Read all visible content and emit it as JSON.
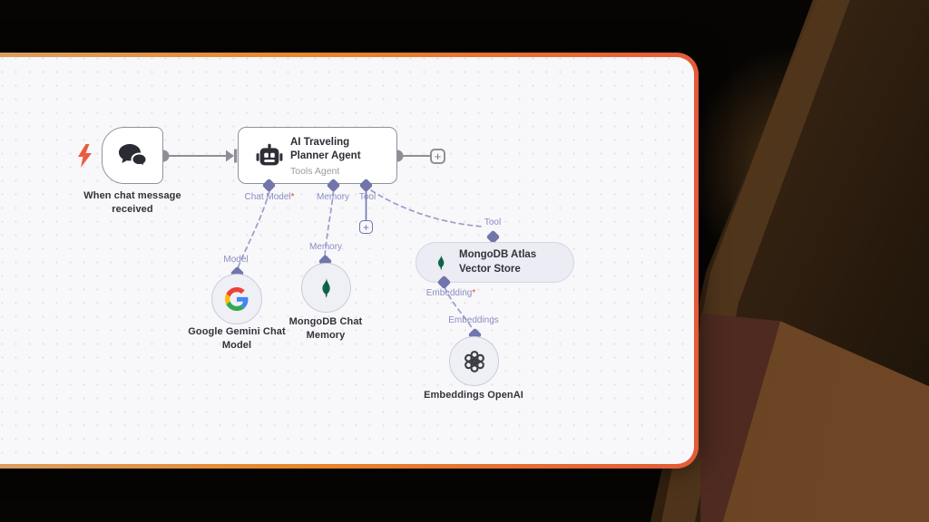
{
  "workflow": {
    "trigger": {
      "label": "When chat message received"
    },
    "agent": {
      "title": "AI Traveling Planner Agent",
      "subtitle": "Tools Agent",
      "ports": {
        "chat_model": "Chat Model",
        "memory": "Memory",
        "tool": "Tool"
      }
    },
    "required_marker": "*",
    "subnodes": {
      "gemini": {
        "port": "Model",
        "label": "Google Gemini Chat Model"
      },
      "mongo_memory": {
        "port": "Memory",
        "label": "MongoDB Chat Memory"
      },
      "vector_store": {
        "port": "Tool",
        "label": "MongoDB Atlas Vector Store",
        "embedding_port": "Embedding"
      },
      "openai": {
        "port": "Embeddings",
        "label": "Embeddings OpenAI"
      }
    },
    "add_button": "+"
  },
  "icons": {
    "trigger_bolt": "lightning-icon",
    "trigger": "chat-bubbles-icon",
    "agent": "robot-icon",
    "gemini": "google-g-icon",
    "mongo": "mongodb-leaf-icon",
    "openai": "openai-knot-icon",
    "add": "plus-icon"
  },
  "colors": {
    "card_border_left": "#d9a065",
    "card_border_mid": "#e8872b",
    "card_border_right": "#e45a38",
    "canvas_bg": "#f8f8fb",
    "node_border": "#90909a",
    "port_purple": "#7175ac",
    "required_red": "#e0452f",
    "mongodb_green": "#11684b",
    "trigger_bolt_orange": "#ea5c41",
    "connection_gray": "#8e8e96"
  }
}
